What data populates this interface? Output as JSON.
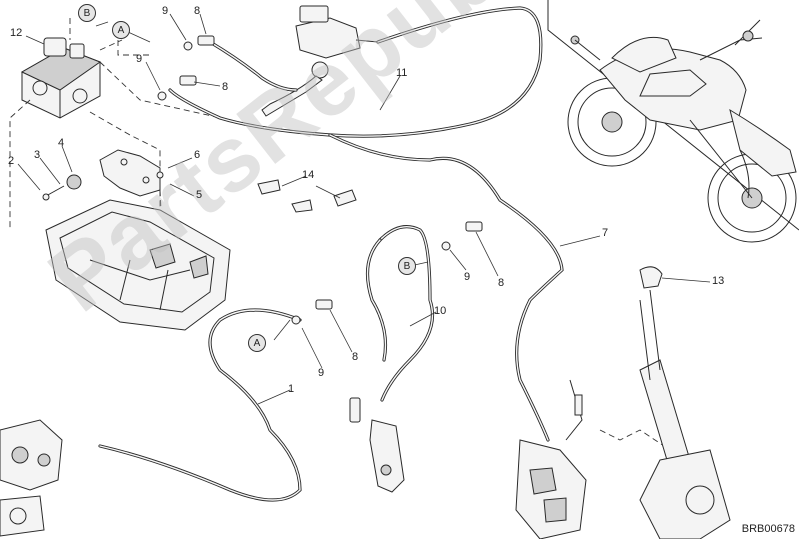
{
  "drawing_code": "BRB00678",
  "watermark": "PartsRepublik",
  "part_numbers": [
    "1",
    "2",
    "3",
    "4",
    "5",
    "6",
    "7",
    "8",
    "9",
    "10",
    "11",
    "12",
    "13",
    "14"
  ],
  "reference_letters": [
    "A",
    "B"
  ],
  "callouts": {
    "p12": "12",
    "p9a": "9",
    "p8a": "8",
    "p9b": "9",
    "p8b": "8",
    "p11": "11",
    "p2": "2",
    "p3": "3",
    "p4": "4",
    "p6": "6",
    "p5": "5",
    "p14": "14",
    "p7": "7",
    "p13": "13",
    "p9c": "9",
    "p8c": "8",
    "p10": "10",
    "p9d": "9",
    "p8d": "8",
    "p1": "1"
  },
  "letters": {
    "b_top": "B",
    "a_top": "A",
    "b_mid": "B",
    "a_mid": "A"
  },
  "colors": {
    "line": "#2a2a2a",
    "fill": "#f4f4f4",
    "watermark": "#bebebe"
  }
}
